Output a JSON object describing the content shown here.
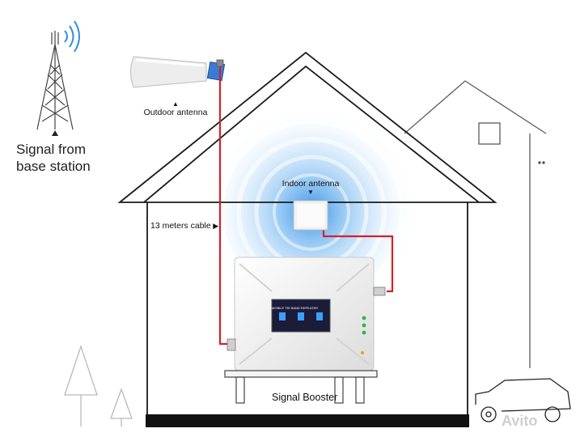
{
  "labels": {
    "signal_from_base_station": "Signal from base station",
    "outdoor_antenna": "Outdoor antenna",
    "indoor_antenna": "Indoor antenna",
    "cable": "13 meters cable",
    "signal_booster": "Signal Booster"
  },
  "booster_panel": {
    "title": "MOBILE TRI BAND REPEATER"
  },
  "watermark": "Avito",
  "colors": {
    "cable": "#d62027",
    "outline": "#1a1a1a",
    "sky_tree": "#b9b9b9",
    "signal_wave": "#2f8de4",
    "floor": "#111111"
  }
}
